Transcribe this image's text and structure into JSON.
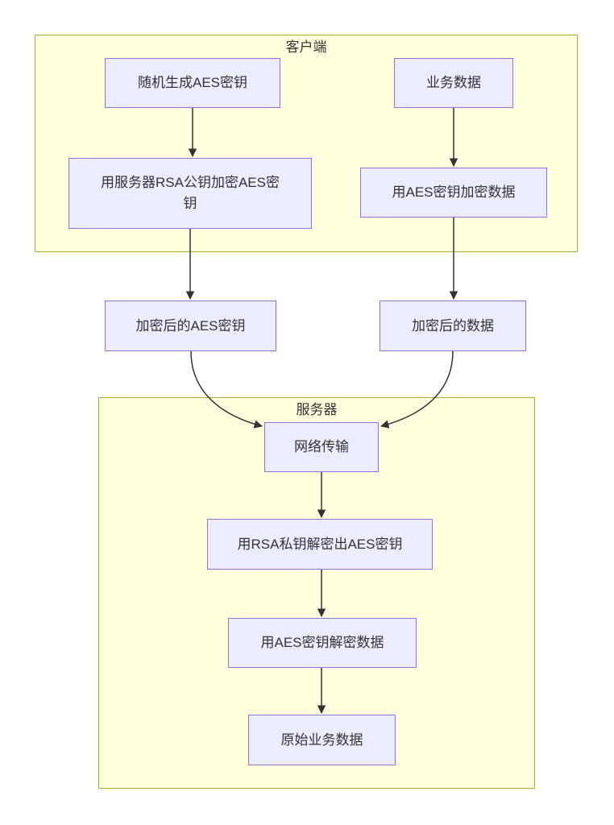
{
  "diagram": {
    "type": "flowchart",
    "direction": "top-down",
    "colors": {
      "node_fill": "#ECECFF",
      "node_border": "#9370DB",
      "cluster_fill": "#ffffde",
      "cluster_border": "#aaaa33",
      "edge": "#333333",
      "text": "#333333",
      "background": "#ffffff"
    },
    "clusters": {
      "client": {
        "label": "客户端"
      },
      "server": {
        "label": "服务器"
      }
    },
    "nodes": {
      "random_aes": {
        "label": "随机生成AES密钥",
        "cluster": "client"
      },
      "biz_data": {
        "label": "业务数据",
        "cluster": "client"
      },
      "rsa_encrypt": {
        "label": "用服务器RSA公钥加密AES密\n钥",
        "cluster": "client"
      },
      "aes_encrypt": {
        "label": "用AES密钥加密数据",
        "cluster": "client"
      },
      "enc_key": {
        "label": "加密后的AES密钥",
        "cluster": null
      },
      "enc_data": {
        "label": "加密后的数据",
        "cluster": null
      },
      "network": {
        "label": "网络传输",
        "cluster": "server"
      },
      "rsa_decrypt": {
        "label": "用RSA私钥解密出AES密钥",
        "cluster": "server"
      },
      "aes_decrypt": {
        "label": "用AES密钥解密数据",
        "cluster": "server"
      },
      "orig_data": {
        "label": "原始业务数据",
        "cluster": "server"
      }
    },
    "edges": [
      {
        "from": "random_aes",
        "to": "rsa_encrypt"
      },
      {
        "from": "biz_data",
        "to": "aes_encrypt"
      },
      {
        "from": "rsa_encrypt",
        "to": "enc_key"
      },
      {
        "from": "aes_encrypt",
        "to": "enc_data"
      },
      {
        "from": "enc_key",
        "to": "network"
      },
      {
        "from": "enc_data",
        "to": "network"
      },
      {
        "from": "network",
        "to": "rsa_decrypt"
      },
      {
        "from": "rsa_decrypt",
        "to": "aes_decrypt"
      },
      {
        "from": "aes_decrypt",
        "to": "orig_data"
      }
    ]
  }
}
